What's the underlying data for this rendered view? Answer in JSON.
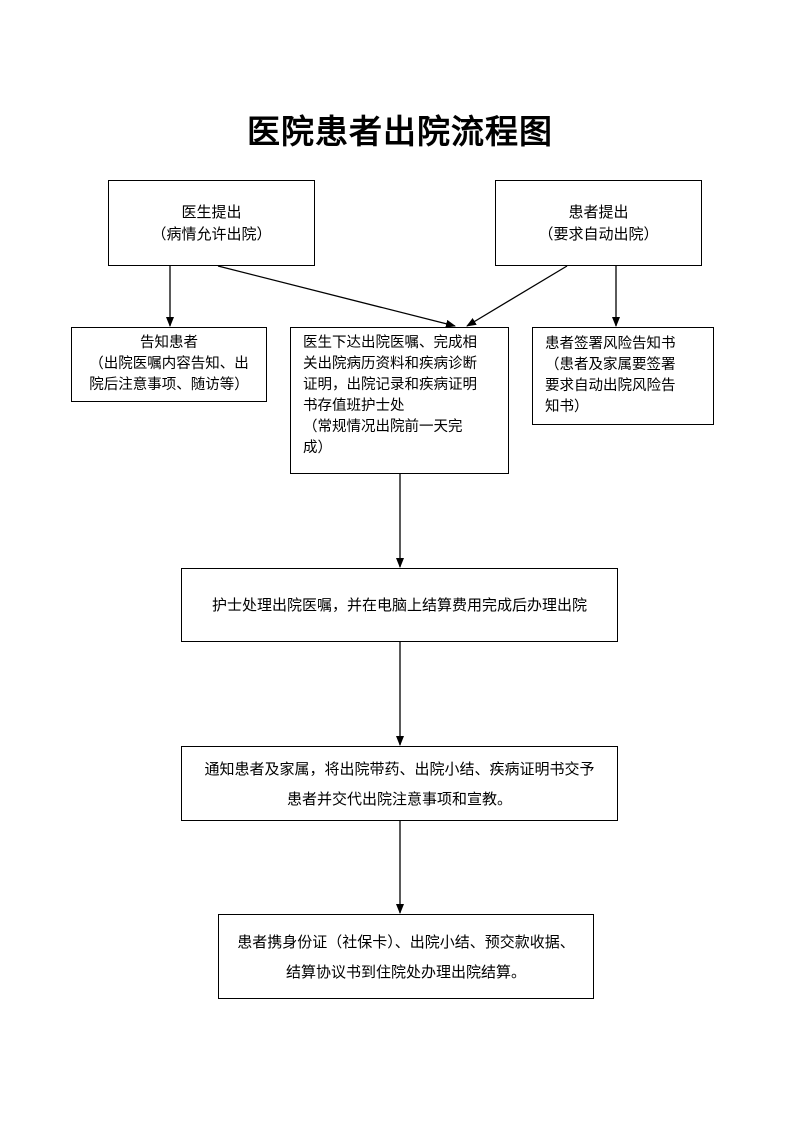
{
  "title": "医院患者出院流程图",
  "nodes": {
    "doctor_propose": {
      "line1": "医生提出",
      "line2": "（病情允许出院）"
    },
    "patient_propose": {
      "line1": "患者提出",
      "line2": "（要求自动出院）"
    },
    "inform_patient": {
      "line1": "告知患者",
      "line2": "（出院医嘱内容告知、出",
      "line3": "院后注意事项、随访等）"
    },
    "doctor_order": {
      "line1": "医生下达出院医嘱、完成相",
      "line2": "关出院病历资料和疾病诊断",
      "line3": "证明，出院记录和疾病证明",
      "line4": "书存值班护士处",
      "line5": "（常规情况出院前一天完",
      "line6": "成）"
    },
    "risk_notice": {
      "line1": "患者签署风险告知书",
      "line2": "（患者及家属要签署",
      "line3": "要求自动出院风险告",
      "line4": "知书）"
    },
    "nurse_process": {
      "line1": "护士处理出院医嘱，并在电脑上结算费用完成后办理出院"
    },
    "notify_family": {
      "line1": "通知患者及家属，将出院带药、出院小结、疾病证明书交予",
      "line2": "患者并交代出院注意事项和宣教。"
    },
    "settlement": {
      "line1": "患者携身份证（社保卡）、出院小结、预交款收据、",
      "line2": "结算协议书到住院处办理出院结算。"
    }
  }
}
